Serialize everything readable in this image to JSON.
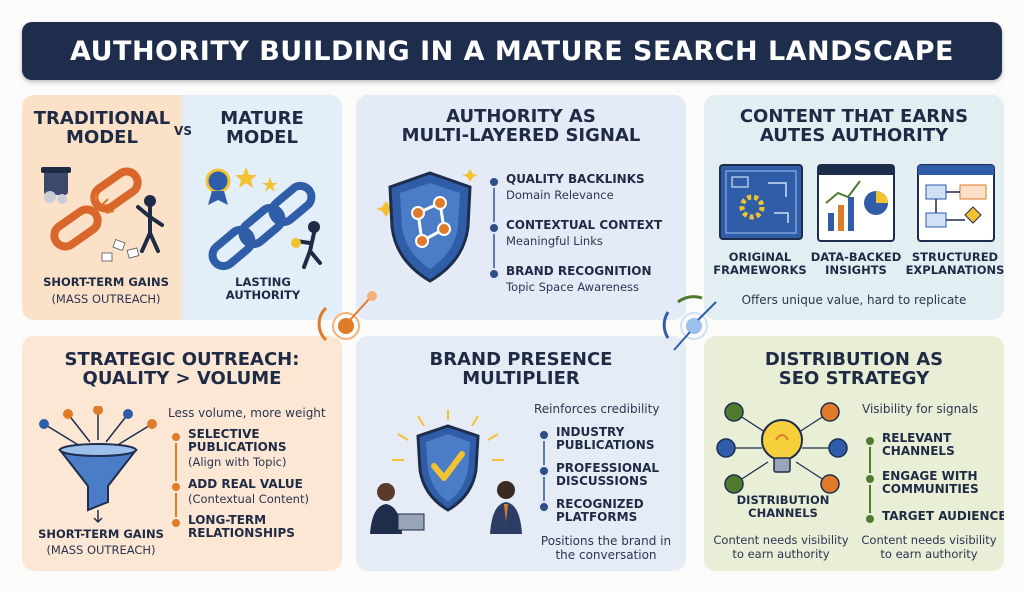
{
  "title": "AUTHORITY BUILDING IN A MATURE SEARCH LANDSCAPE",
  "panel1": {
    "left_title": "TRADITIONAL\nMODEL",
    "vs": "VS",
    "right_title": "MATURE\nMODEL",
    "left_caption_1": "SHORT-TERM GAINS",
    "left_caption_2": "(MASS OUTREACH)",
    "right_caption": "LASTING\nAUTHORITY"
  },
  "panel2": {
    "title": "AUTHORITY AS\nMULTI-LAYERED SIGNAL",
    "items": [
      {
        "title": "QUALITY BACKLINKS",
        "sub": "Domain Relevance"
      },
      {
        "title": "CONTEXTUAL CONTEXT",
        "sub": "Meaningful Links"
      },
      {
        "title": "BRAND RECOGNITION",
        "sub": "Topic Space Awareness"
      }
    ]
  },
  "panel3": {
    "title": "CONTENT THAT EARNS\nAUTES AUTHORITY",
    "cards": [
      {
        "label": "ORIGINAL\nFRAMEWORKS"
      },
      {
        "label": "DATA-BACKED\nINSIGHTS"
      },
      {
        "label": "STRUCTURED\nEXPLANATIONS"
      }
    ],
    "footer": "Offers unique value, hard to replicate"
  },
  "panel4": {
    "title": "STRATEGIC OUTREACH:\nQUALITY > VOLUME",
    "tagline": "Less volume, more weight",
    "items": [
      {
        "title": "SELECTIVE\nPUBLICATIONS",
        "sub": "(Align with Topic)"
      },
      {
        "title": "ADD REAL VALUE",
        "sub": "(Contextual Content)"
      },
      {
        "title": "LONG-TERM\nRELATIONSHIPS",
        "sub": ""
      }
    ],
    "caption_1": "SHORT-TERM GAINS",
    "caption_2": "(MASS OUTREACH)"
  },
  "panel5": {
    "title": "BRAND PRESENCE\nMULTIPLIER",
    "tagline": "Reinforces credibility",
    "items": [
      {
        "title": "INDUSTRY\nPUBLICATIONS"
      },
      {
        "title": "PROFESSIONAL\nDISCUSSIONS"
      },
      {
        "title": "RECOGNIZED\nPLATFORMS"
      }
    ],
    "footer": "Positions the brand in\nthe conversation"
  },
  "panel6": {
    "title": "DISTRIBUTION AS\nSEO STRATEGY",
    "tagline": "Visibility for signals",
    "items": [
      {
        "title": "RELEVANT\nCHANNELS"
      },
      {
        "title": "ENGAGE WITH\nCOMMUNITIES"
      },
      {
        "title": "TARGET AUDIENCES"
      }
    ],
    "bulb_caption": "DISTRIBUTION\nCHANNELS",
    "footer_left": "Content needs visibility\nto earn authority",
    "footer_right": "Content needs visibility\nto earn authority"
  },
  "colors": {
    "navy": "#1f2d4d",
    "orange": "#e07b2a",
    "blue": "#2f5da8",
    "green": "#4f7b2f"
  }
}
